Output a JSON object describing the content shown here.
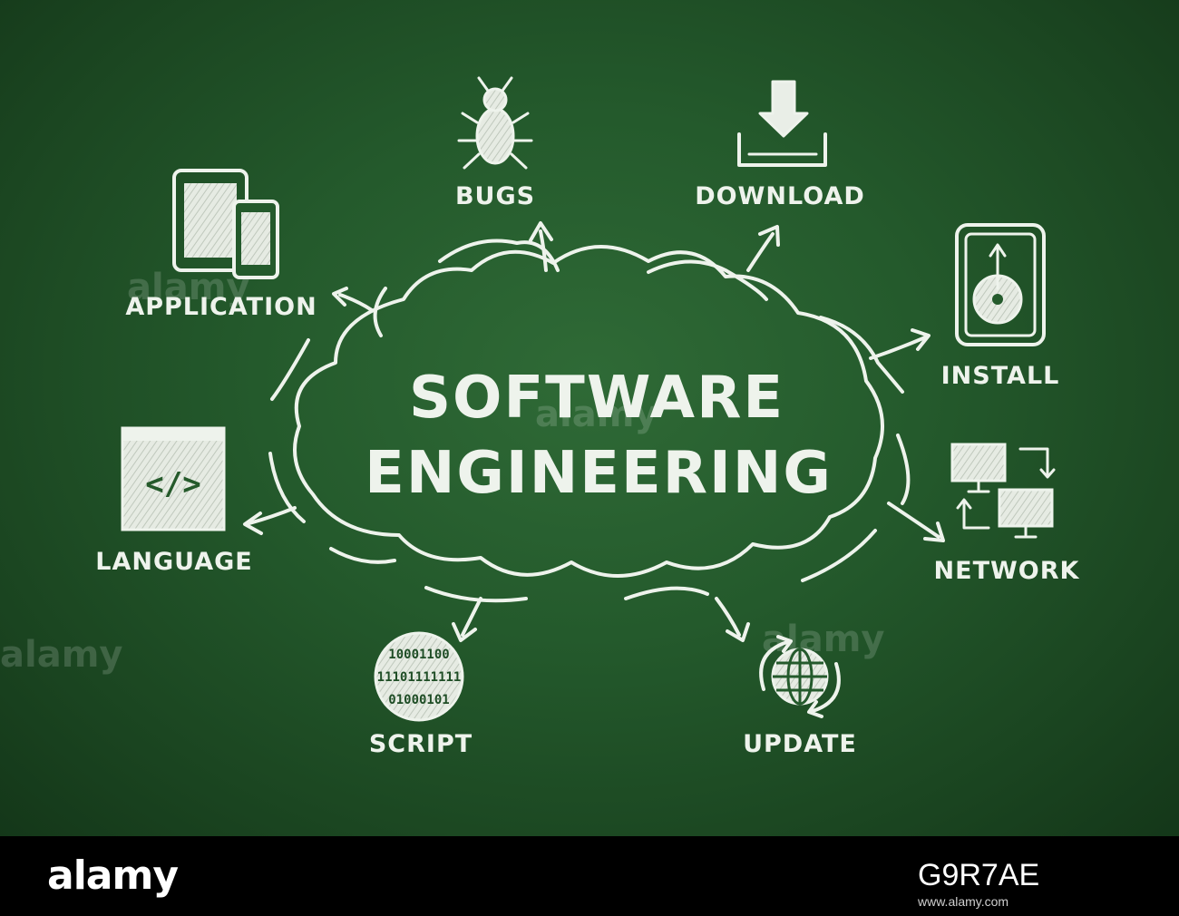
{
  "title": {
    "line1": "SOFTWARE",
    "line2": "ENGINEERING"
  },
  "topics": {
    "bugs": "BUGS",
    "download": "DOWNLOAD",
    "application": "APPLICATION",
    "install": "INSTALL",
    "language": "LANGUAGE",
    "network": "NETWORK",
    "script": "SCRIPT",
    "update": "UPDATE"
  },
  "icons": {
    "bugs": "bug-icon",
    "download": "download-icon",
    "application": "tablet-phone-icon",
    "install": "install-drive-icon",
    "language": "code-tag-icon",
    "network": "network-computers-icon",
    "script": "binary-code-icon",
    "update": "globe-refresh-icon"
  },
  "language_icon_text": "</>",
  "script_binary": [
    "10001100",
    "11101111111",
    "01000101"
  ],
  "watermark": "alamy",
  "footer": {
    "brand": "alamy",
    "image_id": "G9R7AE",
    "url": "www.alamy.com"
  },
  "colors": {
    "board": "#245a2c",
    "chalk": "#eef3ec",
    "footer": "#000000"
  }
}
